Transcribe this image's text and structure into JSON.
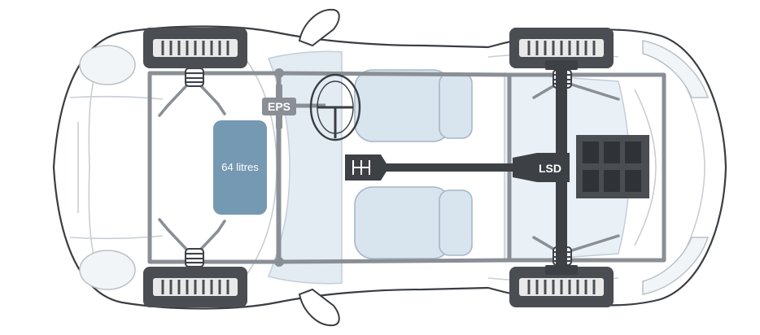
{
  "labels": {
    "fuel_tank": "64 litres",
    "steering": "EPS",
    "differential": "LSD"
  },
  "colors": {
    "body_outline": "#3a3d42",
    "body_detail": "#c9ced4",
    "glass_tint": "#dfe9f2",
    "chassis_frame": "#8a8f96",
    "drivetrain": "#3d4045",
    "fuel_tank": "#6a90ad",
    "tyre": "#4a4d52",
    "seat": "#d8e4ee",
    "label_text": "#ffffff"
  },
  "icons": {
    "steering_wheel": "steering-wheel-icon",
    "gear_shifter": "gear-shifter-icon"
  }
}
